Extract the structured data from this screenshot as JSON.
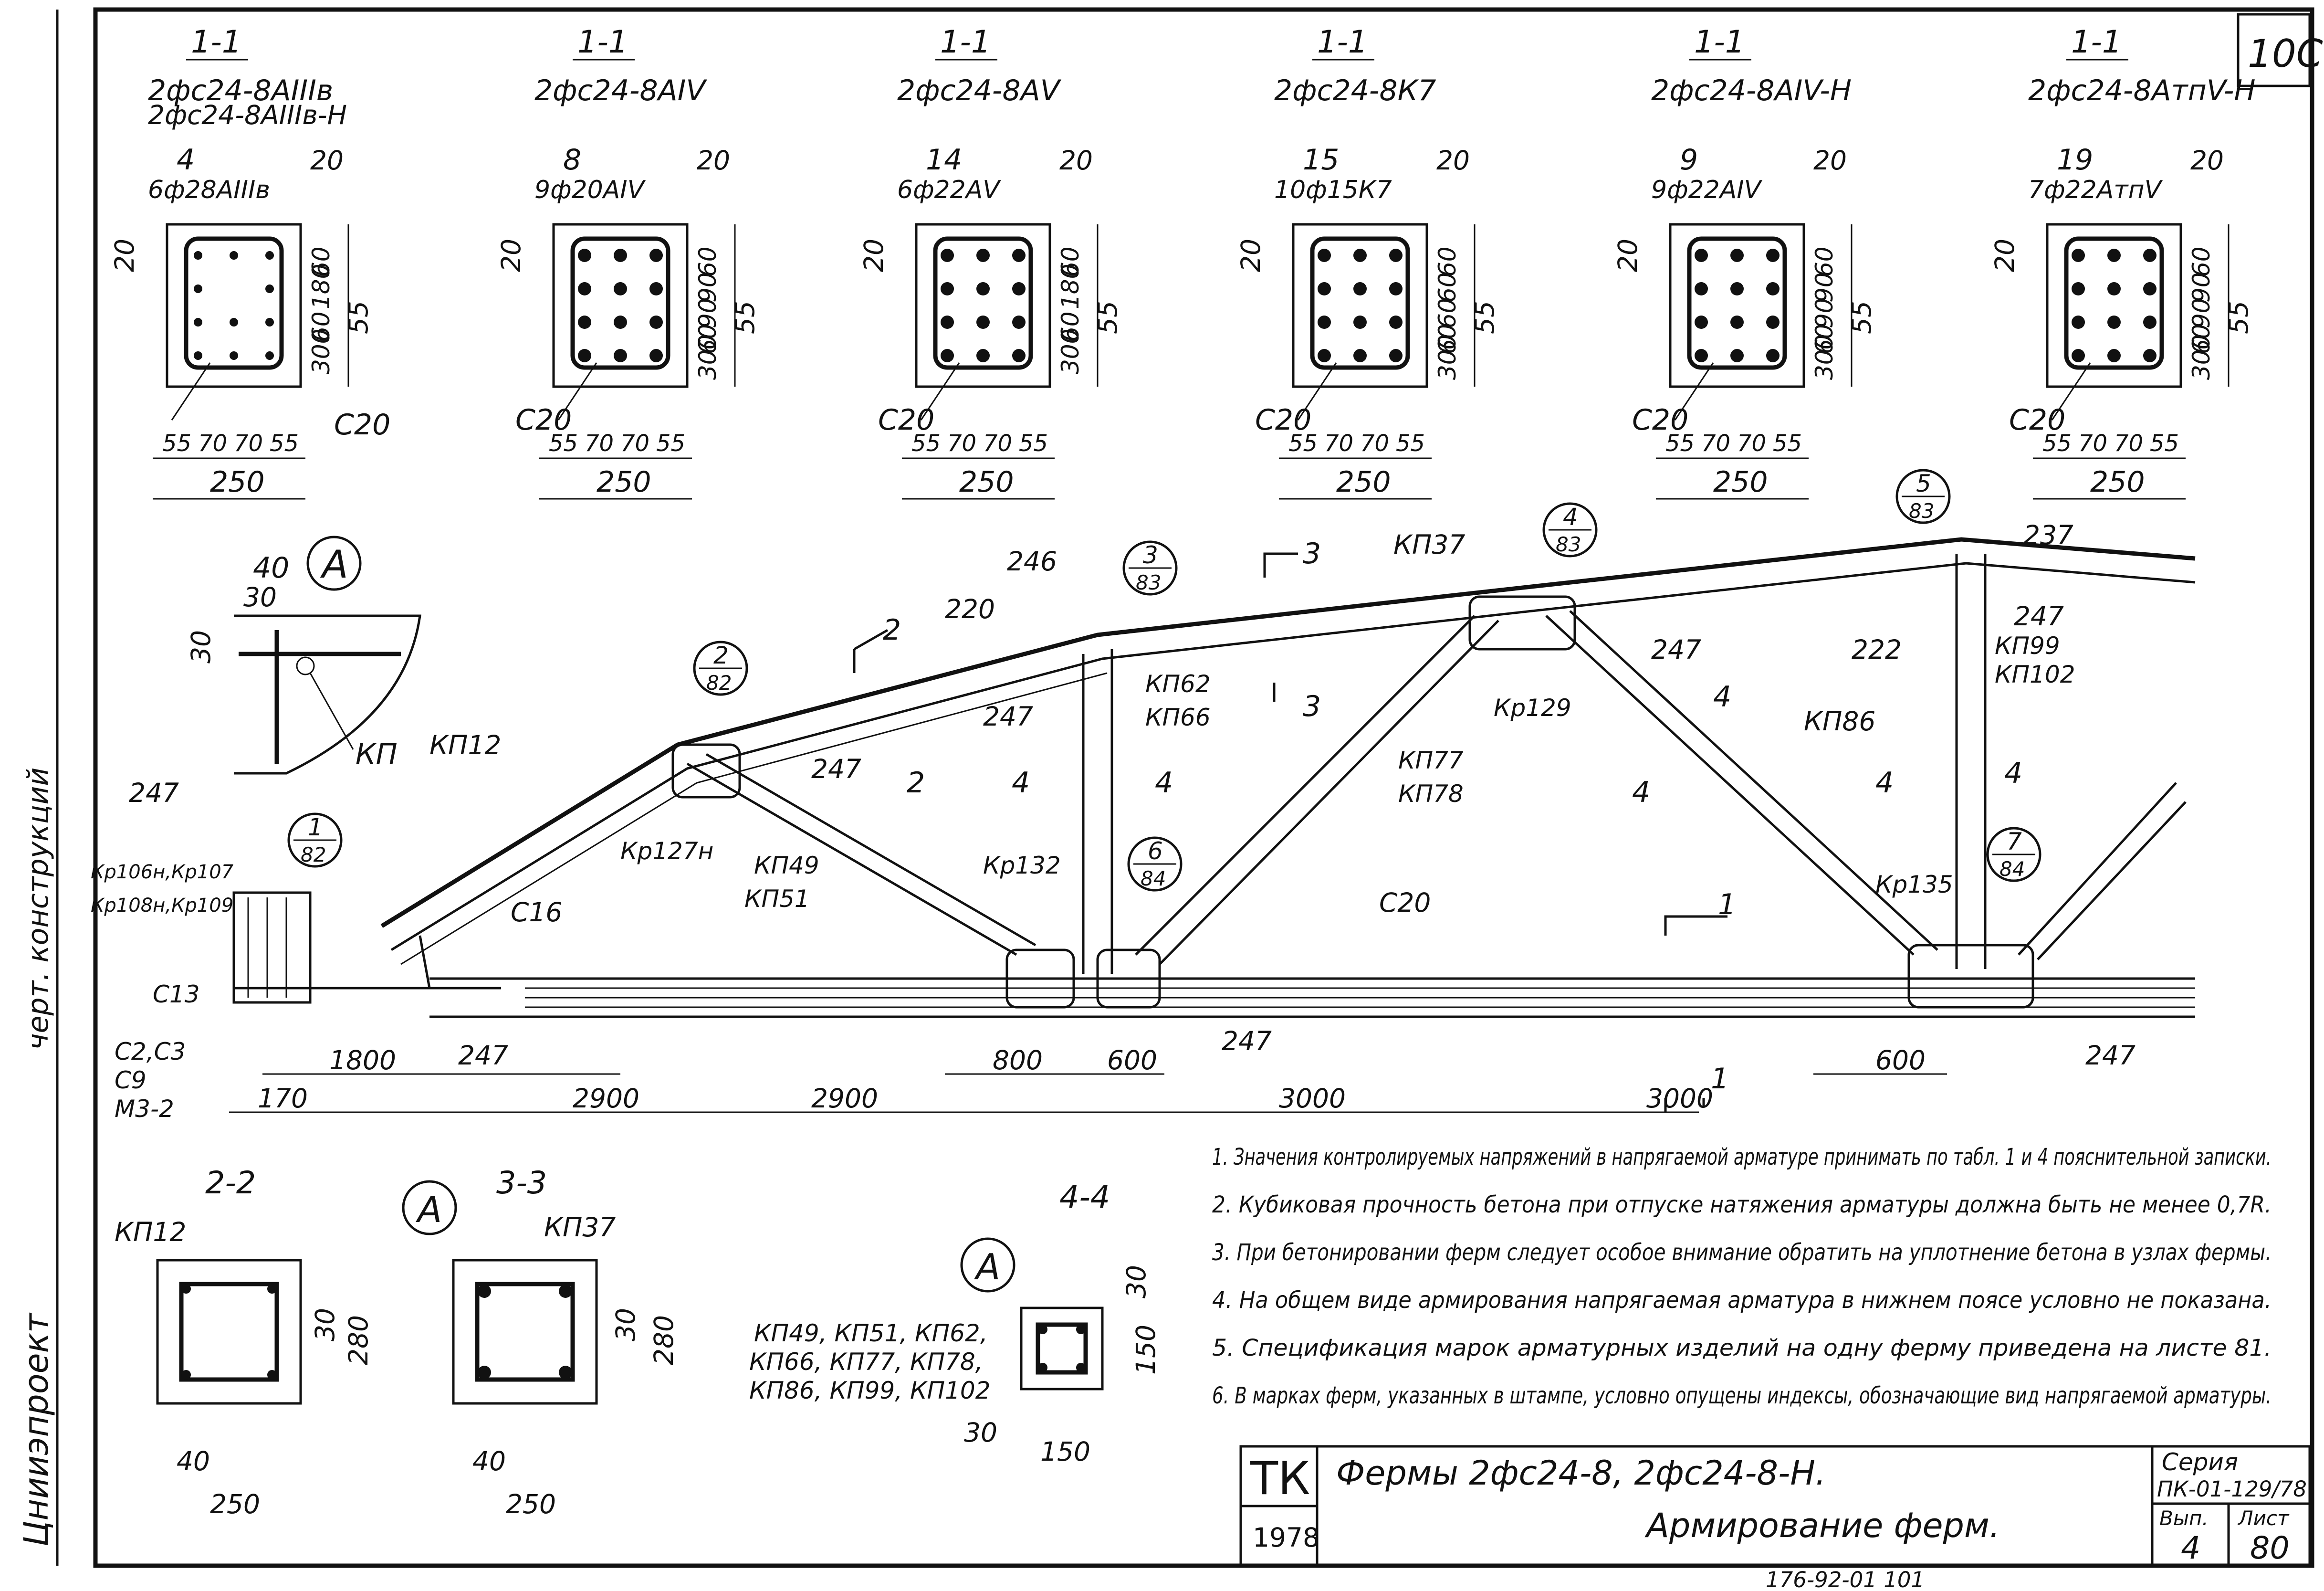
{
  "sheet_corner": "10С",
  "side_stamp": {
    "org": "Цнииэпроект",
    "dept": "черт. конструкций"
  },
  "sections": [
    {
      "cut": "1-1",
      "mark": "2фс24-8АIIIв",
      "mark2": "2фс24-8АIIIв-Н",
      "pos": "4",
      "bars": "6ф28АIIIв",
      "stirrup": "С20",
      "dims": [
        "20",
        "20",
        "60",
        "180",
        "60",
        "300",
        "55",
        "70",
        "70",
        "55",
        "250"
      ]
    },
    {
      "cut": "1-1",
      "mark": "2фс24-8АIV",
      "pos": "8",
      "bars": "9ф20АIV",
      "stirrup": "С20",
      "dims": [
        "20",
        "20",
        "60",
        "90",
        "90",
        "60",
        "300",
        "55",
        "70",
        "70",
        "55",
        "250"
      ]
    },
    {
      "cut": "1-1",
      "mark": "2фс24-8АV",
      "pos": "14",
      "bars": "6ф22АV",
      "stirrup": "С20",
      "dims": [
        "20",
        "20",
        "60",
        "180",
        "60",
        "300",
        "55",
        "70",
        "70",
        "55",
        "250"
      ]
    },
    {
      "cut": "1-1",
      "mark": "2фс24-8К7",
      "pos": "15",
      "bars": "10ф15К7",
      "stirrup": "С20",
      "dims": [
        "20",
        "20",
        "60",
        "60",
        "60",
        "60",
        "300",
        "55",
        "70",
        "70",
        "55",
        "250"
      ]
    },
    {
      "cut": "1-1",
      "mark": "2фс24-8АIV-Н",
      "pos": "9",
      "bars": "9ф22АIV",
      "stirrup": "С20",
      "dims": [
        "20",
        "20",
        "60",
        "90",
        "90",
        "60",
        "300",
        "55",
        "70",
        "70",
        "55",
        "250"
      ]
    },
    {
      "cut": "1-1",
      "mark": "2фс24-8АтпV-Н",
      "pos": "19",
      "bars": "7ф22АтпV",
      "stirrup": "С20",
      "dims": [
        "20",
        "20",
        "60",
        "90",
        "90",
        "60",
        "300",
        "55",
        "70",
        "70",
        "55",
        "250"
      ]
    }
  ],
  "truss": {
    "labels": {
      "kp12": "КП12",
      "kp37": "КП37",
      "kp49": "КП49",
      "kp51": "КП51",
      "kp62": "КП62",
      "kp66": "КП66",
      "kp77": "КП77",
      "kp78": "КП78",
      "kp86": "КП86",
      "kp99": "КП99",
      "kp102": "КП102",
      "kr127": "Кр127н",
      "kr129": "Кр129",
      "kr132": "Кр132",
      "kr135": "Кр135",
      "c16": "С16",
      "c20": "С20",
      "c13": "С13",
      "c2c3": "С2,С3",
      "c9": "С9",
      "m3": "М3-2",
      "kr106": "Кр106н,Кр107",
      "kr108": "Кр108н,Кр109",
      "n246": "246",
      "n220": "220",
      "n247": "247",
      "n222": "222",
      "n237": "237"
    },
    "nodes": [
      {
        "top": "1",
        "bot": "82"
      },
      {
        "top": "2",
        "bot": "82"
      },
      {
        "top": "3",
        "bot": "83"
      },
      {
        "top": "4",
        "bot": "83"
      },
      {
        "top": "5",
        "bot": "83"
      },
      {
        "top": "6",
        "bot": "84"
      },
      {
        "top": "7",
        "bot": "84"
      }
    ],
    "cuts": [
      "1",
      "2",
      "3",
      "4"
    ],
    "bottom_dims": [
      "170",
      "1800",
      "2900",
      "2900",
      "3000",
      "3000",
      "800",
      "600",
      "600"
    ]
  },
  "detail_a": {
    "label": "А",
    "dims": [
      "40",
      "30",
      "30"
    ],
    "kp": "КП"
  },
  "small_sections": [
    {
      "cut": "2-2",
      "mark": "КП12",
      "dims": [
        "30",
        "280",
        "40",
        "250"
      ]
    },
    {
      "cut": "3-3",
      "mark": "КП37",
      "dims": [
        "30",
        "280",
        "40",
        "250"
      ],
      "view": "А"
    },
    {
      "cut": "4-4",
      "view": "А",
      "marks": [
        "КП49, КП51, КП62,",
        "КП66, КП77, КП78,",
        "КП86, КП99, КП102"
      ],
      "dims": [
        "30",
        "150",
        "30",
        "150"
      ]
    }
  ],
  "notes": [
    "1. Значения контролируемых напряжений в напрягаемой арматуре принимать по табл. 1 и 4 пояснительной записки.",
    "2. Кубиковая прочность бетона при отпуске натяжения арматуры должна быть не менее 0,7R.",
    "3. При бетонировании ферм следует особое внимание обратить на уплотнение бетона в узлах фермы.",
    "4. На общем виде армирования напрягаемая арматура в нижнем поясе условно не показана.",
    "5. Спецификация марок арматурных изделий на одну ферму приведена на листе 81.",
    "6. В марках ферм, указанных в штампе, условно опущены индексы, обозначающие вид напрягаемой арматуры."
  ],
  "title_block": {
    "tk": "ТК",
    "year": "1978",
    "title": "Фермы 2фс24-8, 2фс24-8-Н.",
    "subtitle": "Армирование ферм.",
    "series_label": "Серия",
    "series": "ПК-01-129/78",
    "issue_label": "Вып.",
    "issue": "4",
    "sheet_label": "Лист",
    "sheet": "80"
  },
  "footer_scribble": "176-92-01 101"
}
